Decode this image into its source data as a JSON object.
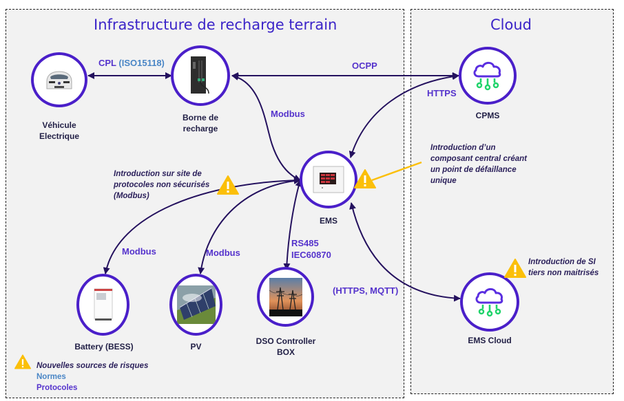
{
  "zones": {
    "left_title": "Infrastructure de recharge terrain",
    "right_title": "Cloud"
  },
  "nodes": {
    "vehicle": {
      "label_line1": "Véhicule",
      "label_line2": "Electrique",
      "icon": "car-image"
    },
    "charger": {
      "label_line1": "Borne de",
      "label_line2": "recharge",
      "icon": "charging-station-image"
    },
    "cpms": {
      "label": "CPMS",
      "icon": "cloud-network-icon"
    },
    "ems": {
      "label": "EMS",
      "icon": "ems-controller-image"
    },
    "battery": {
      "label": "Battery (BESS)",
      "icon": "battery-cabinet-image"
    },
    "pv": {
      "label": "PV",
      "icon": "solar-panel-image"
    },
    "dso": {
      "label_line1": "DSO Controller",
      "label_line2": "BOX",
      "icon": "power-lines-image"
    },
    "ems_cloud": {
      "label": "EMS Cloud",
      "icon": "cloud-network-icon"
    }
  },
  "protocols": {
    "cpl": "CPL",
    "iso15118": "(ISO15118)",
    "ocpp": "OCPP",
    "https": "HTTPS",
    "modbus_charger": "Modbus",
    "modbus_battery": "Modbus",
    "modbus_pv": "Modbus",
    "rs485": "RS485",
    "iec60870": "IEC60870",
    "https_mqtt": "(HTTPS, MQTT)"
  },
  "notes": {
    "unsecured_protocols": [
      "Introduction sur site de",
      "protocoles non sécurisés",
      "(Modbus)"
    ],
    "single_point_failure": [
      "Introduction d’un",
      "composant central créant",
      "un point de défaillance",
      "unique"
    ],
    "third_party_si": [
      "Introduction de SI",
      "tiers non maitrisés"
    ]
  },
  "legend": {
    "title": "Nouvelles sources de risques",
    "normes": "Normes",
    "protocoles": "Protocoles"
  },
  "colors": {
    "node_border": "#4a1fc9",
    "link": "#24115e",
    "protocol_text": "#5533cc",
    "standard_text": "#4a86c6",
    "warning": "#fbbf09",
    "cloud_icon_circuit": "#1fd36a"
  }
}
